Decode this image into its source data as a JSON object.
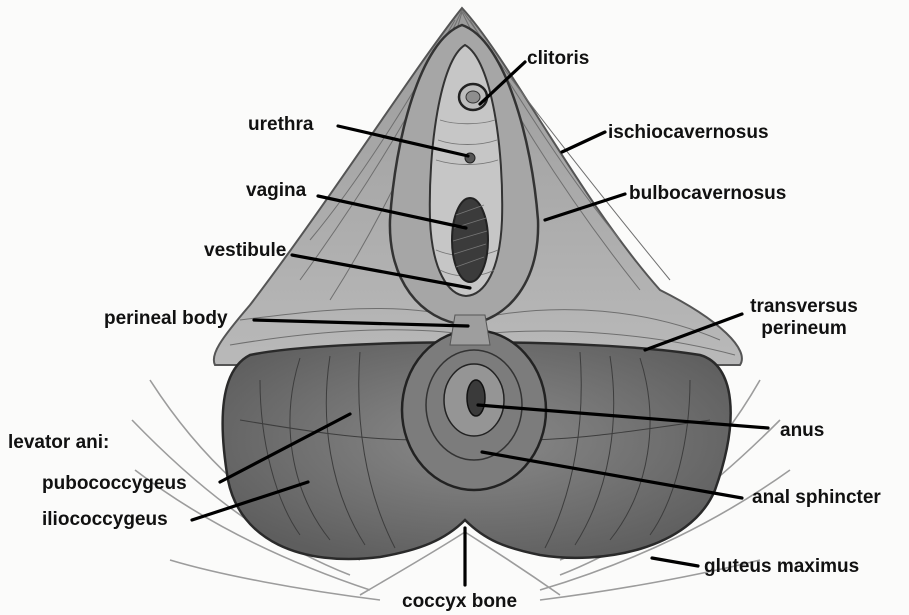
{
  "labels": {
    "clitoris": "clitoris",
    "urethra": "urethra",
    "ischiocavernosus": "ischiocavernosus",
    "vagina": "vagina",
    "bulbocavernosus": "bulbocavernosus",
    "vestibule": "vestibule",
    "perineal_body": "perineal body",
    "transversus_perineum_line1": "transversus",
    "transversus_perineum_line2": "perineum",
    "levator_ani": "levator ani:",
    "anus": "anus",
    "pubococcygeus": "pubococcygeus",
    "anal_sphincter": "anal sphincter",
    "iliococcygeus": "iliococcygeus",
    "gluteus_maximus": "gluteus maximus",
    "coccyx_bone": "coccyx bone"
  }
}
